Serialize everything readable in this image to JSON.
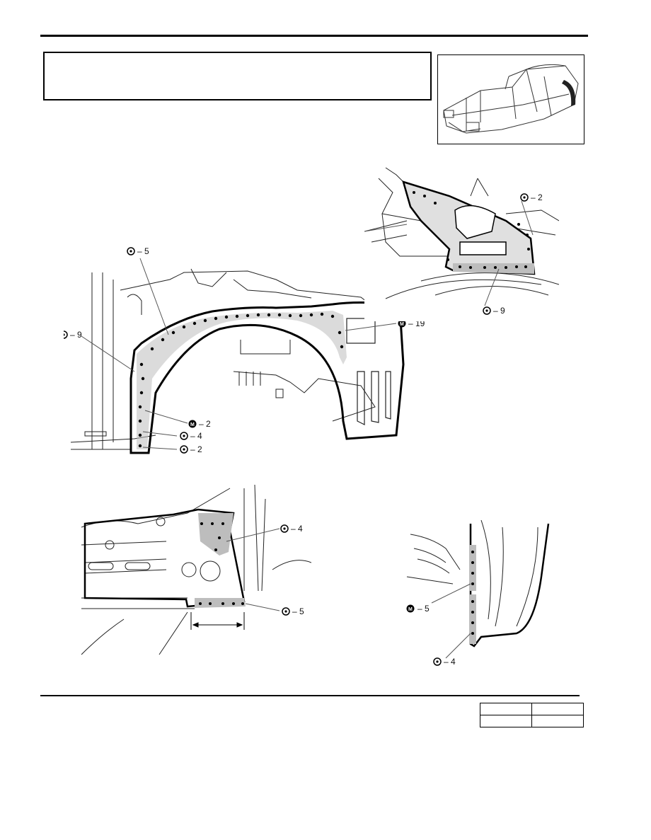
{
  "header_box_text": "",
  "diagram_main": {
    "callouts": [
      {
        "symbol": "O",
        "text": "– 5"
      },
      {
        "symbol": "M",
        "text": "– 19"
      },
      {
        "symbol": "O",
        "text": "– 9"
      },
      {
        "symbol": "M",
        "text": "– 2"
      },
      {
        "symbol": "O",
        "text": "– 4"
      },
      {
        "symbol": "O",
        "text": "– 2"
      }
    ]
  },
  "diagram_top_right": {
    "callouts": [
      {
        "symbol": "O",
        "text": "– 2"
      },
      {
        "symbol": "O",
        "text": "– 9"
      }
    ]
  },
  "diagram_bottom_left": {
    "callouts": [
      {
        "symbol": "O",
        "text": "– 4"
      },
      {
        "symbol": "O",
        "text": "– 5"
      }
    ]
  },
  "diagram_bottom_right": {
    "callouts": [
      {
        "symbol": "M",
        "text": "– 5"
      },
      {
        "symbol": "O",
        "text": "– 4"
      }
    ]
  },
  "footer_table": {
    "rows": [
      [
        "",
        ""
      ],
      [
        "",
        ""
      ]
    ]
  }
}
